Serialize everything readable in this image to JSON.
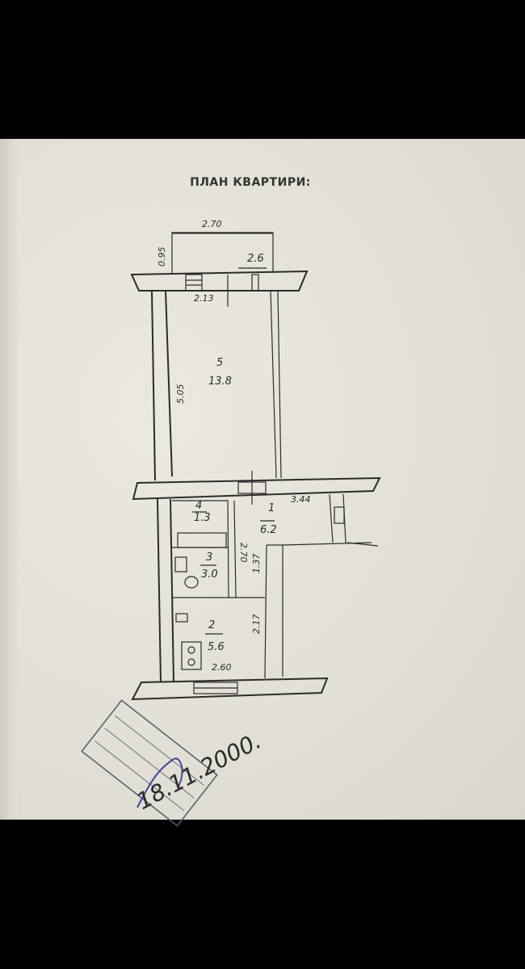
{
  "title": "ПЛАН КВАРТИРИ:",
  "dimensions": {
    "balcony_width": "2.70",
    "balcony_depth": "0.95",
    "room5_width": "2.13",
    "room5_length": "5.05",
    "hall_width": "3.44",
    "corridor_width": "2.70",
    "bath_width": "1.37",
    "kitchen_length": "2.17",
    "kitchen_width": "2.60"
  },
  "rooms": [
    {
      "number": "1",
      "area": "6.2"
    },
    {
      "number": "2",
      "area": "5.6"
    },
    {
      "number": "3",
      "area": "3.0"
    },
    {
      "number": "4",
      "area": "1.3"
    },
    {
      "number": "5",
      "area": "13.8"
    }
  ],
  "balcony_area": "2.6",
  "signature": "18.11.2000."
}
